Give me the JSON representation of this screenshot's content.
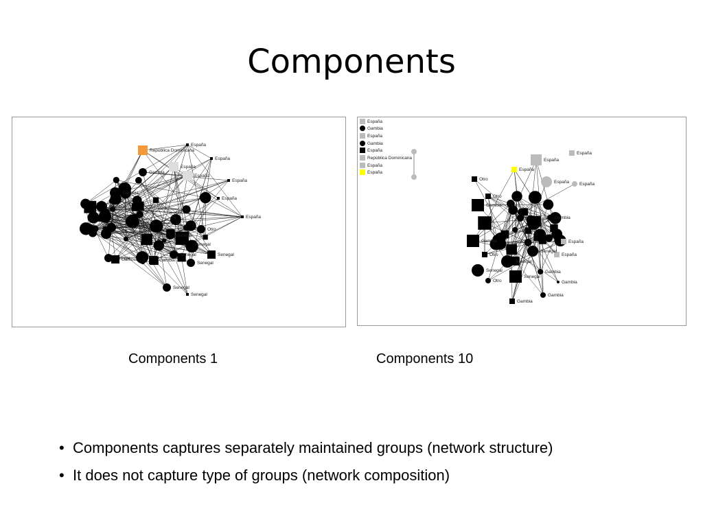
{
  "title": "Components",
  "captions": [
    "Components  1",
    "Components 10"
  ],
  "bullets": [
    "Components captures separately maintained groups (network structure)",
    "It does not capture type of groups (network composition)"
  ],
  "graph1_labels": [
    "República Dominicana",
    "España",
    "España",
    "España",
    "España",
    "España",
    "España",
    "España",
    "Gambia",
    "Gambia",
    "Gambia",
    "Gambia",
    "Gambia",
    "Gambia",
    "Gambia",
    "Otro",
    "Senegal",
    "Senegal",
    "Senegal",
    "Senegal",
    "Senegal",
    "Senegal"
  ],
  "graph2_labels": [
    "España",
    "España",
    "España",
    "España",
    "España",
    "España",
    "España",
    "Otro",
    "Otro",
    "Otro",
    "Otro",
    "Gambia",
    "Gambia",
    "Gambia",
    "Gambia",
    "Gambia",
    "Gambia",
    "Gambia",
    "Senegal",
    "Senegal",
    "Senegal",
    "Senegal"
  ],
  "legend": [
    "España",
    "Gambia",
    "España",
    "Gambia",
    "España",
    "República Dominicana",
    "España",
    "España"
  ]
}
